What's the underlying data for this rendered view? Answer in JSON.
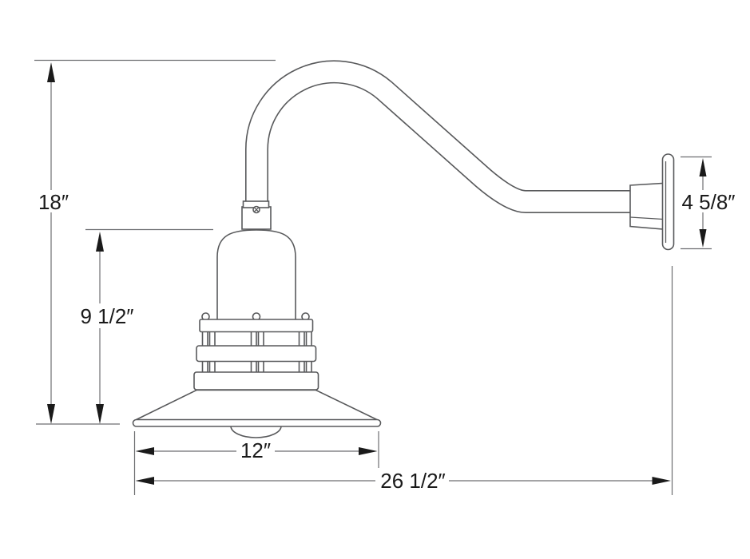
{
  "diagram": {
    "type": "technical-dimension-drawing",
    "subject": "Gooseneck barn light wall fixture, side elevation",
    "dimensions": {
      "overall_height": "18″",
      "fixture_height": "9 1/2″",
      "backplate_height": "4 5/8″",
      "shade_diameter": "12″",
      "overall_projection": "26 1/2″"
    },
    "colors": {
      "outline": "#58595b",
      "dimension_line": "#6d6e71",
      "arrow_and_text": "#1a1a1a",
      "background": "#ffffff"
    }
  }
}
